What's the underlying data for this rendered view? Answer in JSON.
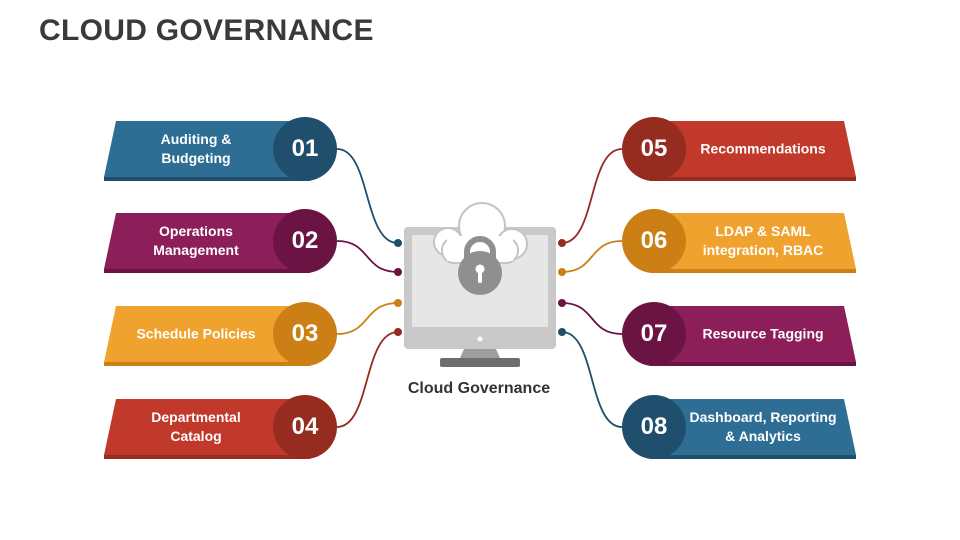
{
  "title": "CLOUD GOVERNANCE",
  "center": {
    "caption": "Cloud Governance",
    "icon": "cloud-lock-monitor-icon"
  },
  "items": [
    {
      "number": "01",
      "label_lines": [
        "Auditing &",
        "Budgeting"
      ],
      "color": "#2e6e94",
      "dark": "#1f4f6c"
    },
    {
      "number": "02",
      "label_lines": [
        "Operations",
        "Management"
      ],
      "color": "#8c1e5a",
      "dark": "#6b1444"
    },
    {
      "number": "03",
      "label_lines": [
        "Schedule Policies"
      ],
      "color": "#f0a22e",
      "dark": "#cc7f14"
    },
    {
      "number": "04",
      "label_lines": [
        "Departmental",
        "Catalog"
      ],
      "color": "#c0392b",
      "dark": "#962b20"
    },
    {
      "number": "05",
      "label_lines": [
        "Recommendations"
      ],
      "color": "#c0392b",
      "dark": "#962b20"
    },
    {
      "number": "06",
      "label_lines": [
        "LDAP & SAML",
        "integration, RBAC"
      ],
      "color": "#f0a22e",
      "dark": "#cc7f14"
    },
    {
      "number": "07",
      "label_lines": [
        "Resource Tagging"
      ],
      "color": "#8c1e5a",
      "dark": "#6b1444"
    },
    {
      "number": "08",
      "label_lines": [
        "Dashboard, Reporting",
        "& Analytics"
      ],
      "color": "#2e6e94",
      "dark": "#1f4f6c"
    }
  ]
}
